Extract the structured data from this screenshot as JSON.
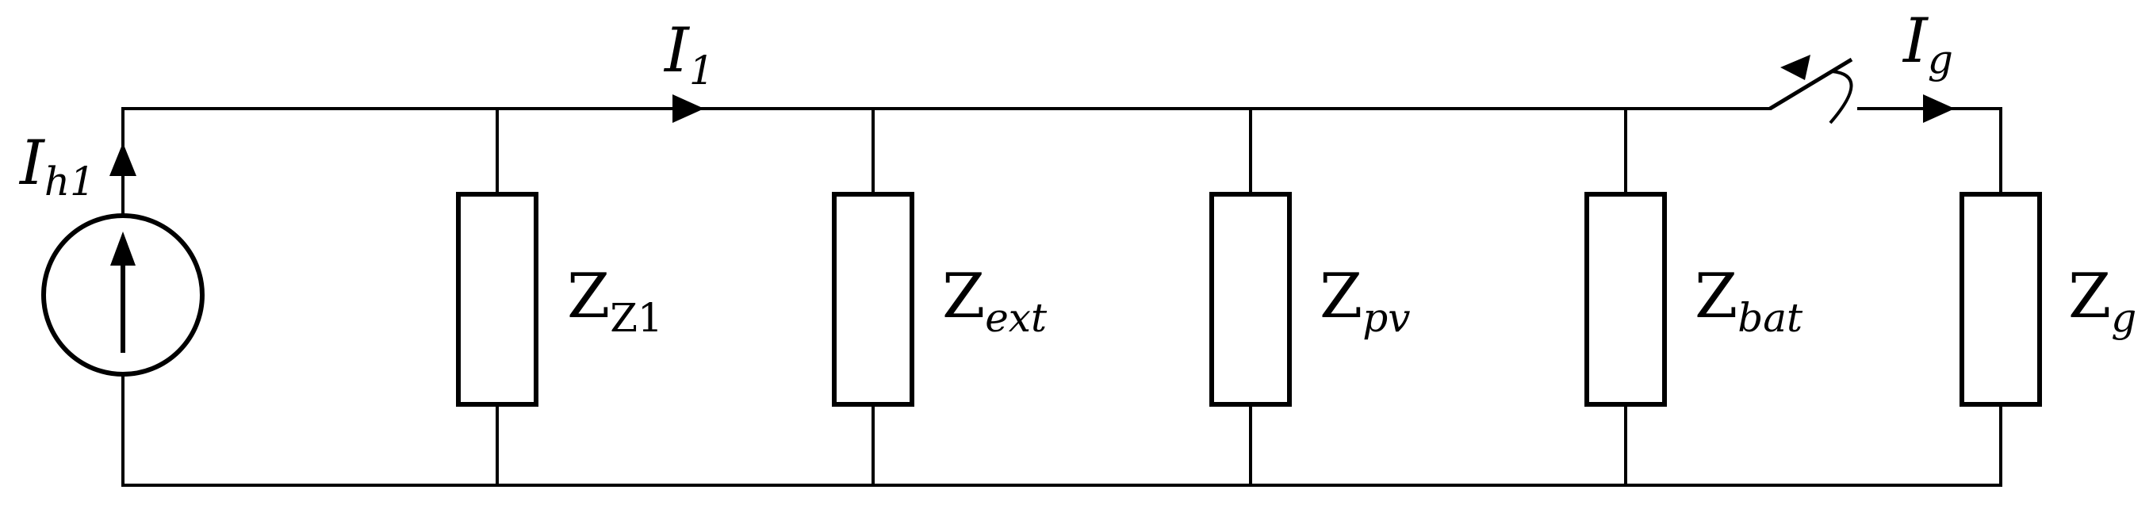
{
  "diagram": {
    "current_source": {
      "label_main": "I",
      "label_sub": "h1"
    },
    "branch_current": {
      "label_main": "I",
      "label_sub": "1"
    },
    "grid_current": {
      "label_main": "I",
      "label_sub": "g"
    },
    "impedances": [
      {
        "main": "Z",
        "sub": "Z1"
      },
      {
        "main": "Z",
        "sub": "ext"
      },
      {
        "main": "Z",
        "sub": "pv"
      },
      {
        "main": "Z",
        "sub": "bat"
      },
      {
        "main": "Z",
        "sub": "g"
      }
    ],
    "colors": {
      "line": "#000000",
      "background": "#ffffff"
    }
  }
}
